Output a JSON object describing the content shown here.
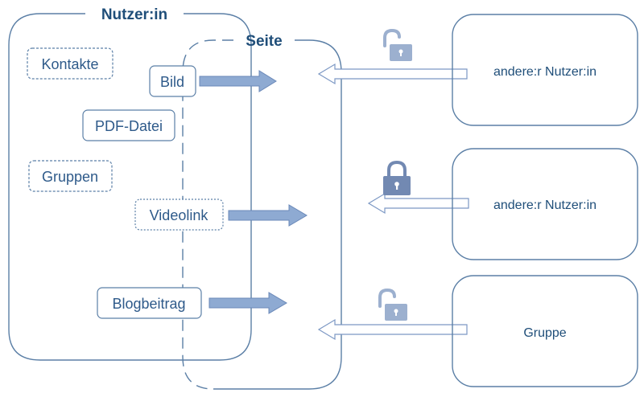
{
  "user_label": "Nutzer:in",
  "page_label": "Seite",
  "items": {
    "kontakte": "Kontakte",
    "bild": "Bild",
    "pdf": "PDF-Datei",
    "gruppen": "Gruppen",
    "videolink": "Videolink",
    "blogbeitrag": "Blogbeitrag"
  },
  "external": {
    "other_user_1": "andere:r Nutzer:in",
    "other_user_2": "andere:r Nutzer:in",
    "group": "Gruppe"
  },
  "icons": {
    "lock_1": "unlocked-padlock-icon",
    "lock_2": "locked-padlock-icon",
    "lock_3": "unlocked-padlock-icon"
  },
  "colors": {
    "stroke": "#5b7fa6",
    "text": "#1f4e79",
    "arrow_fill": "#8eaad2",
    "lock": "#9cb0cf",
    "lock_closed": "#7289b2"
  }
}
